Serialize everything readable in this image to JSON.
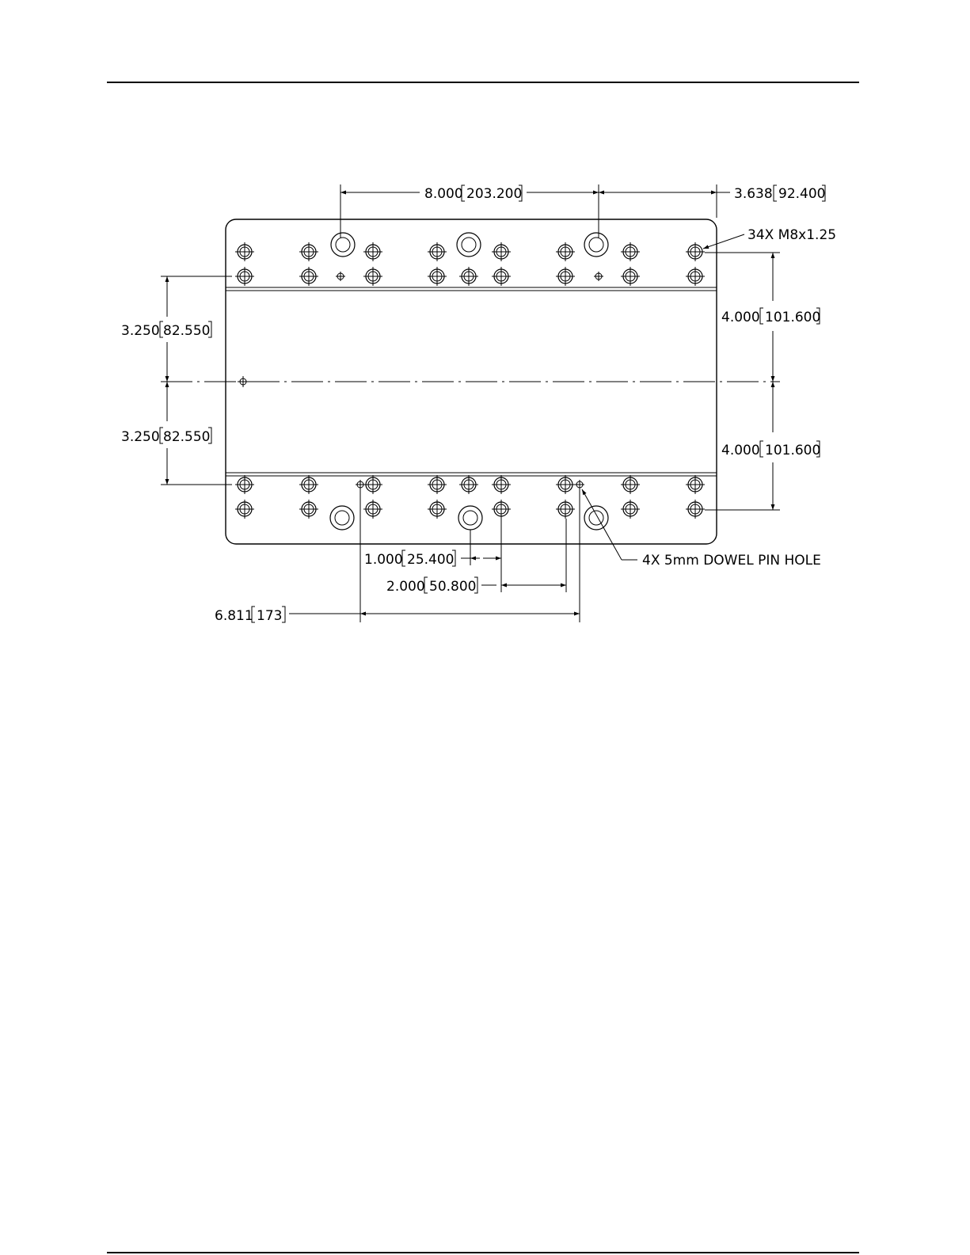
{
  "drawing": {
    "dimensions": {
      "top_span": {
        "value": "8.000",
        "metric": "203.200"
      },
      "top_right": {
        "value": "3.638",
        "metric": "92.400"
      },
      "left_upper": {
        "value": "3.250",
        "metric": "82.550"
      },
      "left_lower": {
        "value": "3.250",
        "metric": "82.550"
      },
      "right_upper": {
        "value": "4.000",
        "metric": "101.600"
      },
      "right_lower": {
        "value": "4.000",
        "metric": "101.600"
      },
      "bottom_one": {
        "value": "1.000",
        "metric": "25.400"
      },
      "bottom_two": {
        "value": "2.000",
        "metric": "50.800"
      },
      "bottom_long": {
        "value": "6.811",
        "metric": "173"
      }
    },
    "callouts": {
      "tapped_holes": "34X M8x1.25",
      "dowel_holes": "4X 5mm DOWEL PIN HOLE"
    }
  }
}
